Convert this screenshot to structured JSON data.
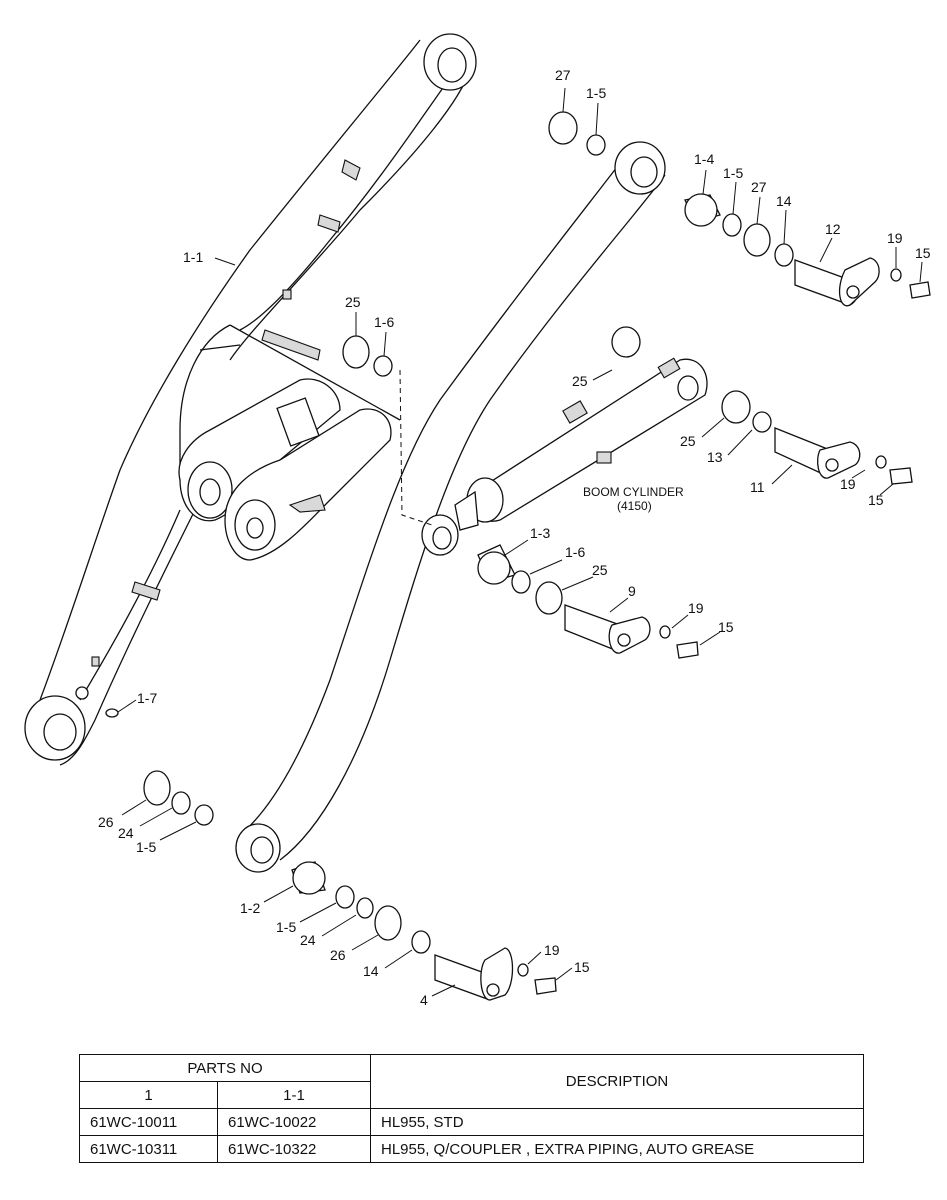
{
  "diagram": {
    "cylinder_label": "BOOM CYLINDER",
    "cylinder_ref": "(4150)",
    "callouts": {
      "c27a": "27",
      "c15a": "1-5",
      "c14a": "1-4",
      "c15b": "1-5",
      "c27b": "27",
      "c14b": "14",
      "c12": "12",
      "c19a": "19",
      "c15c": "15",
      "c11a": "1-1",
      "c25a": "25",
      "c16a": "1-6",
      "c25b": "25",
      "c25c": "25",
      "c13": "13",
      "c11b": "11",
      "c19b": "19",
      "c15d": "15",
      "c13b": "1-3",
      "c16b": "1-6",
      "c25d": "25",
      "c9": "9",
      "c19c": "19",
      "c15e": "15",
      "c17": "1-7",
      "c26a": "26",
      "c24a": "24",
      "c15f": "1-5",
      "c12b": "1-2",
      "c15g": "1-5",
      "c24b": "24",
      "c26b": "26",
      "c14c": "14",
      "c4": "4",
      "c19d": "19",
      "c15h": "15"
    }
  },
  "parts_table": {
    "header_parts_no": "PARTS NO",
    "header_description": "DESCRIPTION",
    "sub_col_1": "1",
    "sub_col_2": "1-1",
    "rows": [
      {
        "part_1": "61WC-10011",
        "part_1_1": "61WC-10022",
        "description": "HL955, STD"
      },
      {
        "part_1": "61WC-10311",
        "part_1_1": "61WC-10322",
        "description": "HL955, Q/COUPLER , EXTRA PIPING, AUTO GREASE"
      }
    ]
  }
}
